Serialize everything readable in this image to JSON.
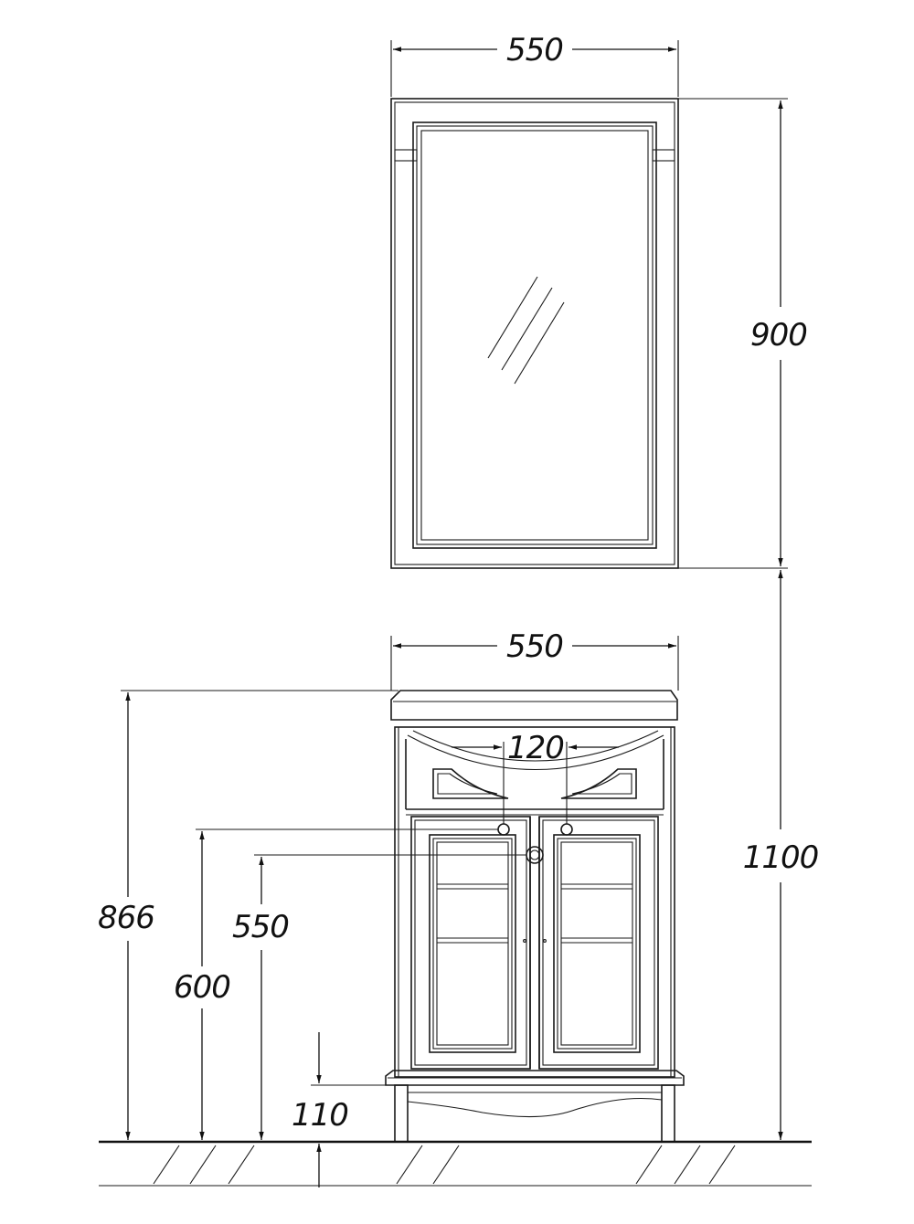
{
  "dimensions": {
    "mirror_width": "550",
    "mirror_height": "900",
    "vanity_width": "550",
    "faucet_spacing": "120",
    "total_height": "1100",
    "vanity_height": "866",
    "drain_height_1": "600",
    "drain_height_2": "550",
    "leg_height": "110"
  }
}
